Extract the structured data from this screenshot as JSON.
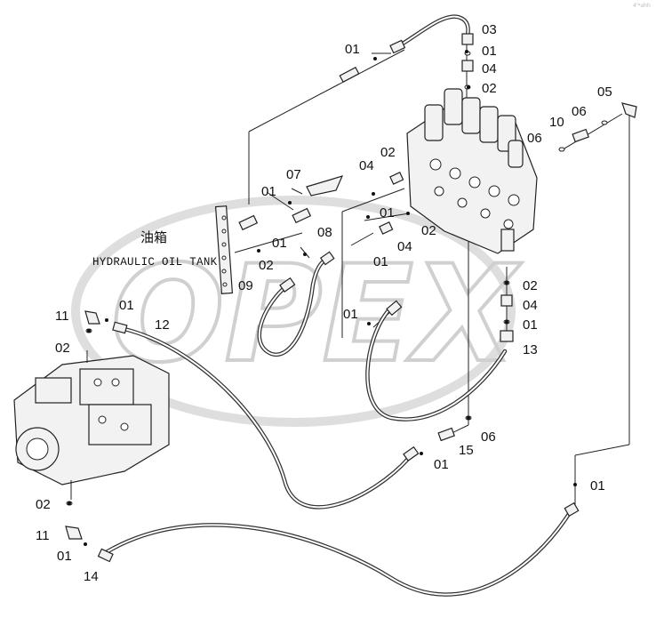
{
  "reference_code": "4'*ahh",
  "watermark": "OPEX",
  "tank_label_cn": "油箱",
  "tank_label_en": "HYDRAULIC OIL TANK",
  "callouts": {
    "c01_top": "01",
    "c03": "03",
    "c01_b": "01",
    "c04_a": "04",
    "c02_a": "02",
    "c05": "05",
    "c10": "10",
    "c06_a": "06",
    "c06_b": "06",
    "c02_b": "02",
    "c04_b": "04",
    "c07": "07",
    "c01_c": "01",
    "c01_d": "01",
    "c08": "08",
    "c01_e": "01",
    "c02_c": "02",
    "c09": "09",
    "c02_d": "02",
    "c04_c": "04",
    "c01_f": "01",
    "c02_e": "02",
    "c04_d": "04",
    "c01_g": "01",
    "c13": "13",
    "c11_a": "11",
    "c01_h": "01",
    "c12": "12",
    "c02_f": "02",
    "c01_i": "01",
    "c06_c": "06",
    "c15": "15",
    "c01_j": "01",
    "c01_k": "01",
    "c02_g": "02",
    "c11_b": "11",
    "c01_l": "01",
    "c14": "14"
  }
}
